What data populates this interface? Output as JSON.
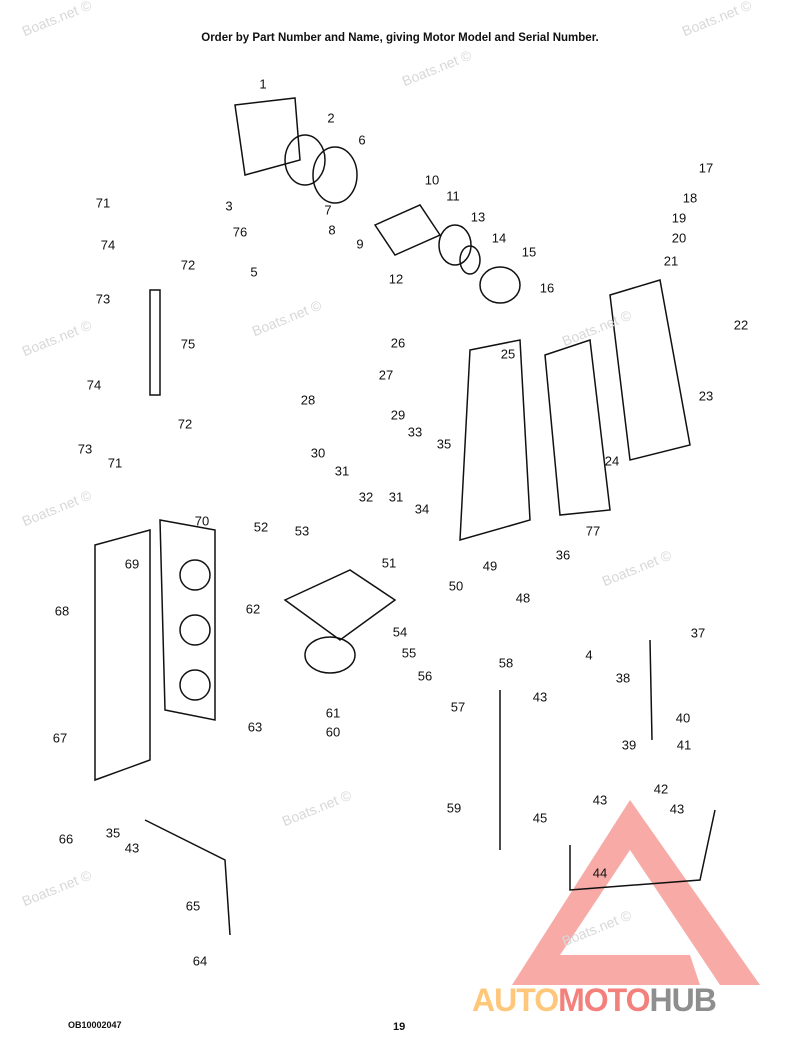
{
  "header": {
    "instruction": "Order by Part Number and Name, giving Motor Model and Serial Number."
  },
  "watermark": {
    "text": "Boats.net ©"
  },
  "brand": {
    "part1": "AUTO",
    "part2": "MOTO",
    "part3": "HUB",
    "colors": {
      "auto": "#ffc77a",
      "moto": "#f4807c",
      "hub": "#8e8e8e",
      "triangle": "#f6a19c"
    }
  },
  "footer": {
    "code": "OB10002047",
    "page": "19"
  },
  "callouts": [
    "1",
    "2",
    "6",
    "3",
    "76",
    "7",
    "8",
    "10",
    "11",
    "9",
    "13",
    "14",
    "15",
    "5",
    "12",
    "16",
    "17",
    "18",
    "19",
    "20",
    "21",
    "22",
    "71",
    "74",
    "72",
    "73",
    "75",
    "74",
    "73",
    "71",
    "72",
    "26",
    "27",
    "25",
    "23",
    "28",
    "29",
    "33",
    "35",
    "30",
    "31",
    "31",
    "32",
    "34",
    "24",
    "70",
    "69",
    "52",
    "53",
    "77",
    "36",
    "51",
    "50",
    "49",
    "68",
    "62",
    "48",
    "54",
    "55",
    "37",
    "4",
    "38",
    "56",
    "58",
    "43",
    "57",
    "40",
    "39",
    "41",
    "67",
    "63",
    "61",
    "60",
    "42",
    "43",
    "43",
    "45",
    "59",
    "66",
    "35",
    "43",
    "44",
    "65",
    "64"
  ]
}
